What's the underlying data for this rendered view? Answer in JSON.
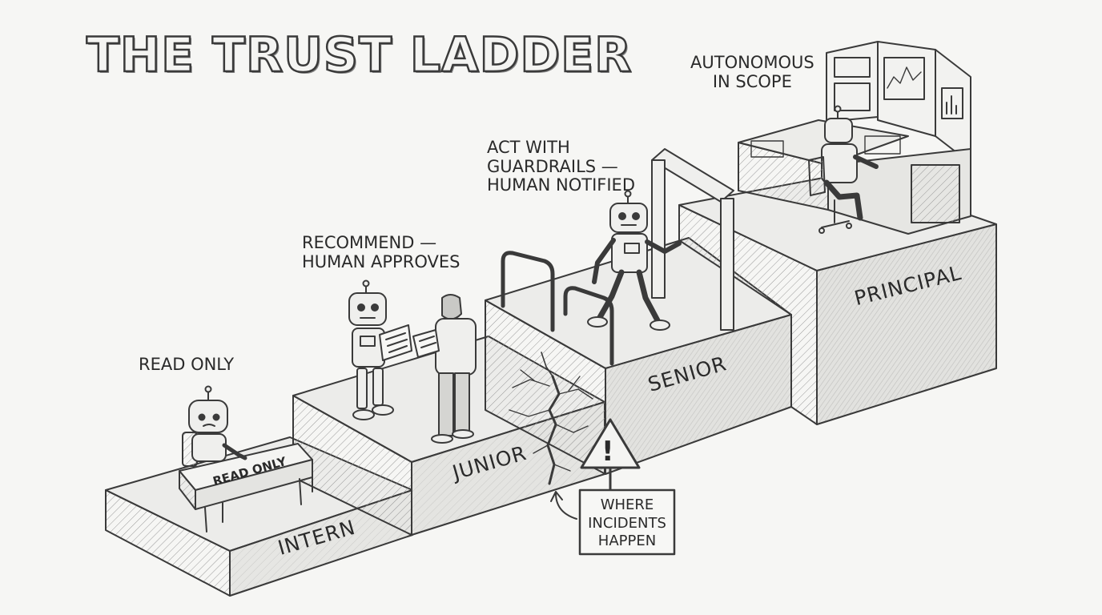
{
  "title": "THE TRUST LADDER",
  "levels": [
    {
      "step": "INTERN",
      "caption": "READ ONLY",
      "desk_sign": "READ ONLY"
    },
    {
      "step": "JUNIOR",
      "caption_line1": "RECOMMEND —",
      "caption_line2": "HUMAN APPROVES"
    },
    {
      "step": "SENIOR",
      "caption_line1": "ACT WITH",
      "caption_line2": "GUARDRAILS —",
      "caption_line3": "HUMAN NOTIFIED"
    },
    {
      "step": "PRINCIPAL",
      "caption_line1": "AUTONOMOUS",
      "caption_line2": "IN SCOPE"
    }
  ],
  "warning": {
    "icon": "warning-triangle-icon",
    "line1": "WHERE",
    "line2": "INCIDENTS",
    "line3": "HAPPEN"
  }
}
